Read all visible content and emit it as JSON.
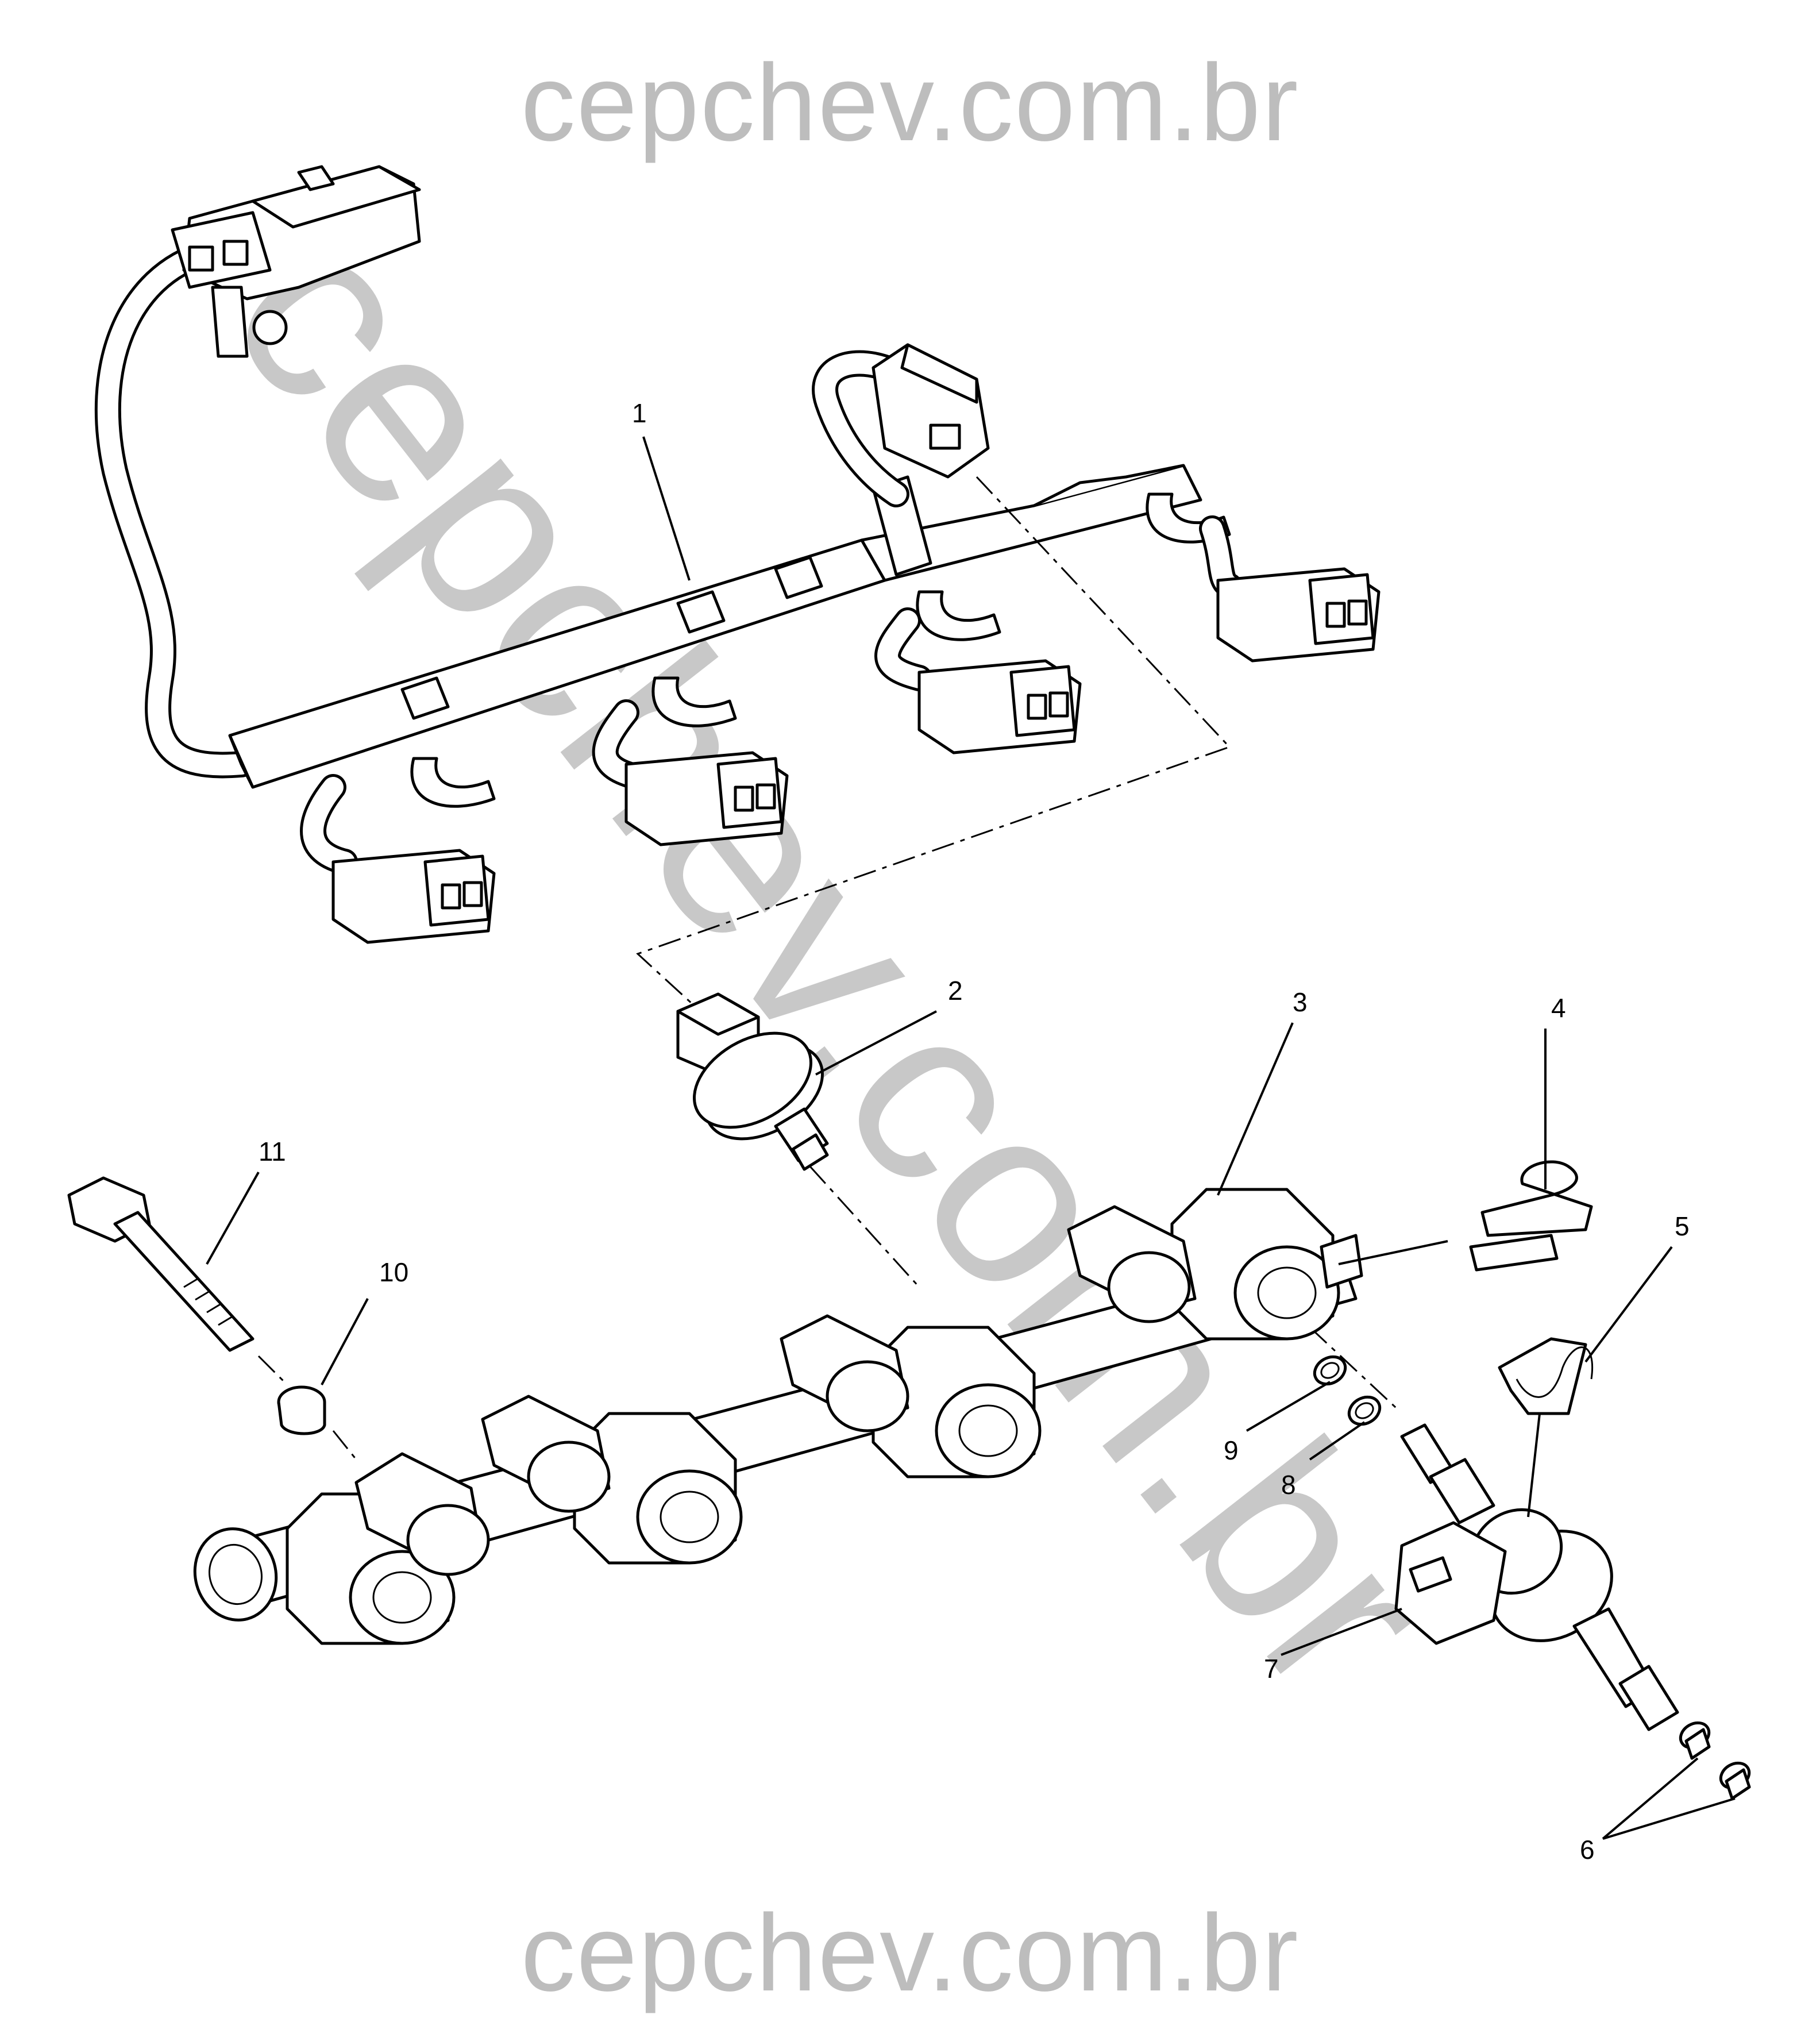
{
  "watermark": {
    "top": "cepchev.com.br",
    "bottom": "cepchev.com.br",
    "diagonal": "cepchev.com.br"
  },
  "callouts": [
    {
      "id": "1",
      "label": "1"
    },
    {
      "id": "2",
      "label": "2"
    },
    {
      "id": "3",
      "label": "3"
    },
    {
      "id": "4",
      "label": "4"
    },
    {
      "id": "5",
      "label": "5"
    },
    {
      "id": "6",
      "label": "6"
    },
    {
      "id": "7",
      "label": "7"
    },
    {
      "id": "8",
      "label": "8"
    },
    {
      "id": "9",
      "label": "9"
    },
    {
      "id": "10",
      "label": "10"
    },
    {
      "id": "11",
      "label": "11"
    }
  ],
  "colors": {
    "line": "#000000",
    "watermark": "#bdbdbd",
    "background": "#ffffff"
  }
}
